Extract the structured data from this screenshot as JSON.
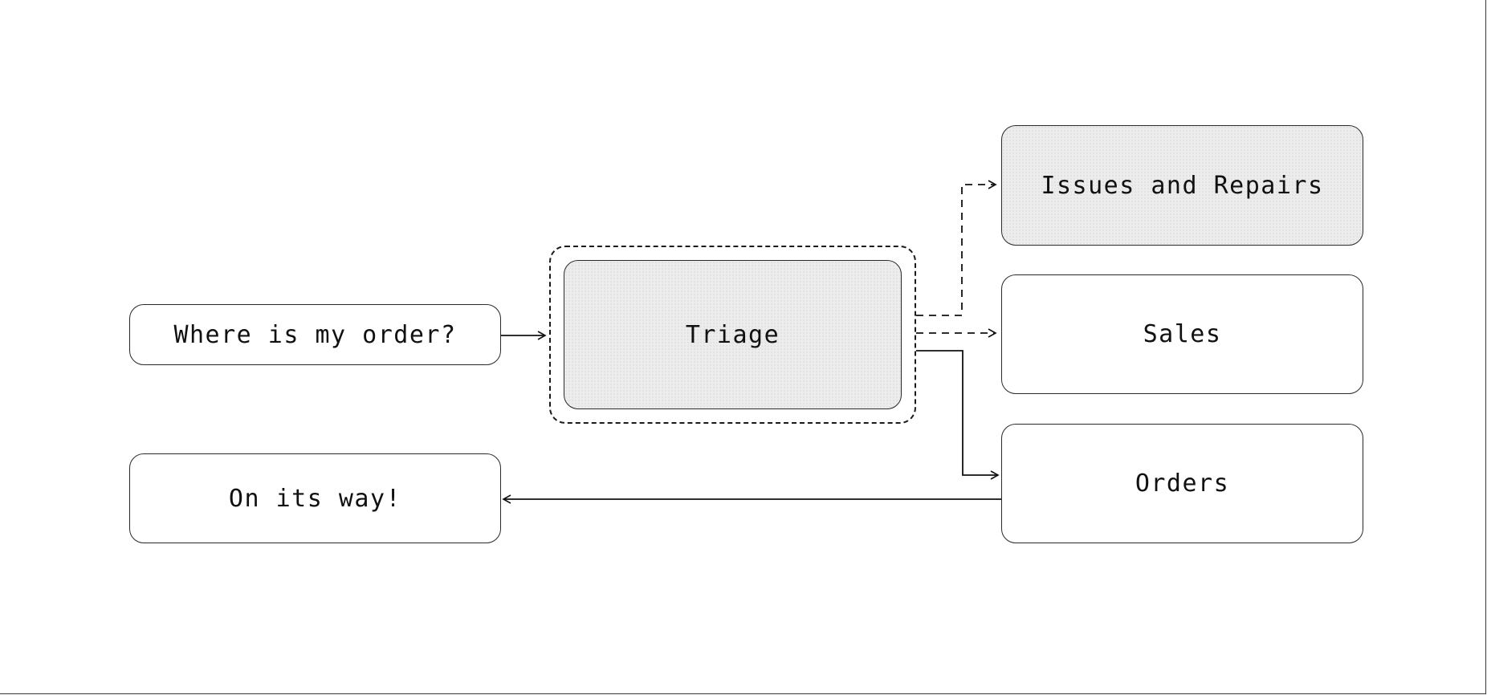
{
  "diagram": {
    "nodes": {
      "question": {
        "label": "Where is my order?"
      },
      "triage": {
        "label": "Triage"
      },
      "issues": {
        "label": "Issues and Repairs"
      },
      "sales": {
        "label": "Sales"
      },
      "orders": {
        "label": "Orders"
      },
      "answer": {
        "label": "On its way!"
      }
    },
    "edges": [
      {
        "from": "question",
        "to": "triage",
        "style": "solid"
      },
      {
        "from": "triage",
        "to": "issues",
        "style": "dashed"
      },
      {
        "from": "triage",
        "to": "sales",
        "style": "dashed"
      },
      {
        "from": "triage",
        "to": "orders",
        "style": "solid"
      },
      {
        "from": "orders",
        "to": "answer",
        "style": "solid"
      }
    ]
  }
}
